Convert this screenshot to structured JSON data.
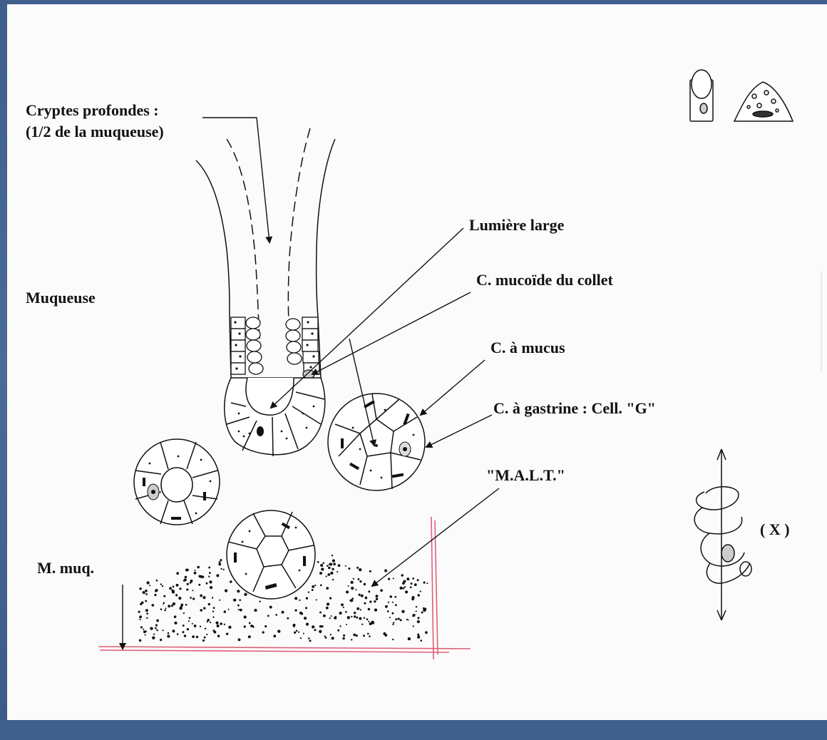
{
  "labels": {
    "cryptes_line1": "Cryptes profondes :",
    "cryptes_line2": "(1/2 de la muqueuse)",
    "muqueuse": "Muqueuse",
    "lumiere": "Lumière large",
    "mucoide": "C. mucoïde du collet",
    "mucus": "C. à mucus",
    "gastrine": "C. à gastrine : Cell. \"G\"",
    "malt": "\"M.A.L.T.\"",
    "mmuq": "M. muq.",
    "x": "( X )"
  },
  "colors": {
    "ink": "#111111",
    "red_line": "#e0607a",
    "panel": "#fbfbfb",
    "frame": "#41628f"
  }
}
